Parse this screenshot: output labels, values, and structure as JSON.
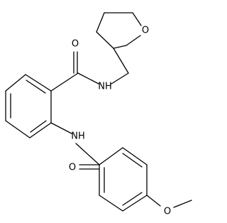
{
  "molecule": {
    "atoms": {
      "o_thf": "O",
      "o_amide1": "O",
      "nh_amide1": "NH",
      "nh_amide2": "NH",
      "o_amide2": "O",
      "o_methoxy": "O"
    },
    "colors": {
      "bond": "#000000",
      "label": "#000000",
      "background": "#ffffff"
    }
  }
}
